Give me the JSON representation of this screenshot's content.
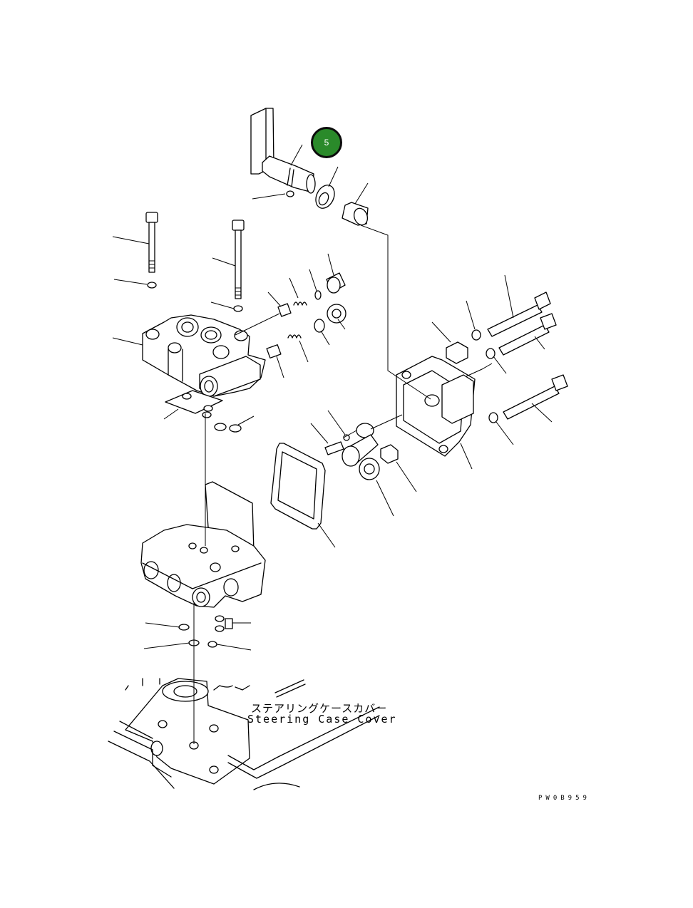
{
  "callout": {
    "number": "5",
    "fill": "#2a8a2a",
    "border": "#0c0c0c"
  },
  "captions": {
    "jp": "ステアリングケースカバー",
    "en": "Steering Case Cover"
  },
  "drawing_code": "PW0B959"
}
